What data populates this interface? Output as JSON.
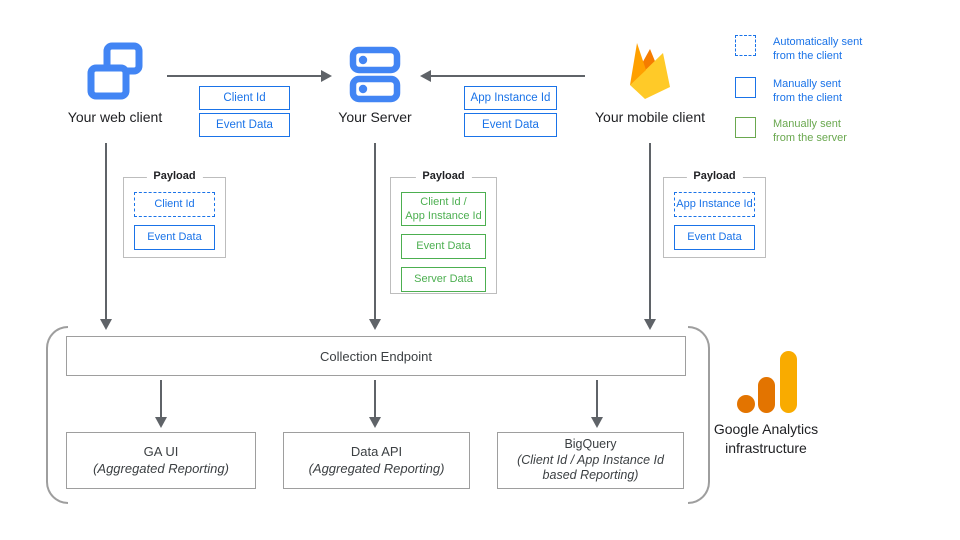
{
  "colors": {
    "blue_accent": "#1a73e8",
    "icon_blue": "#4285F4",
    "green_accent": "#4caf50",
    "legend_green": "#6aa84f",
    "arrow_gray": "#5f6368",
    "firebase_orange": "#FFA000",
    "firebase_dark_orange": "#F57C00",
    "firebase_amber": "#FFCA28",
    "ga_dark_orange": "#E37400",
    "ga_amber": "#F9AB00"
  },
  "clients": [
    {
      "label": "Your web client",
      "icon": "web-windows-icon"
    },
    {
      "label": "Your Server",
      "icon": "server-icon"
    },
    {
      "label": "Your mobile client",
      "icon": "firebase-icon"
    }
  ],
  "flows": [
    {
      "from": "web",
      "to": "server",
      "tags": [
        "Client Id",
        "Event Data"
      ]
    },
    {
      "from": "mobile",
      "to": "server",
      "tags": [
        "App Instance Id",
        "Event Data"
      ]
    }
  ],
  "legend": [
    {
      "style": "dashed-blue",
      "lines": [
        "Automatically sent",
        "from the client"
      ]
    },
    {
      "style": "solid-blue",
      "lines": [
        "Manually sent",
        "from the client"
      ]
    },
    {
      "style": "solid-green",
      "lines": [
        "Manually sent",
        "from the server"
      ]
    }
  ],
  "payloads": [
    {
      "title": "Payload",
      "items": [
        {
          "style": "dashed-blue",
          "lines": [
            "Client Id"
          ]
        },
        {
          "style": "solid-blue",
          "lines": [
            "Event Data"
          ]
        }
      ]
    },
    {
      "title": "Payload",
      "items": [
        {
          "style": "solid-green",
          "lines": [
            "Client Id /",
            "App Instance Id"
          ]
        },
        {
          "style": "solid-green",
          "lines": [
            "Event Data"
          ]
        },
        {
          "style": "solid-green",
          "lines": [
            "Server Data"
          ]
        }
      ]
    },
    {
      "title": "Payload",
      "items": [
        {
          "style": "dashed-blue",
          "lines": [
            "App Instance Id"
          ]
        },
        {
          "style": "solid-blue",
          "lines": [
            "Event Data"
          ]
        }
      ]
    }
  ],
  "infrastructure": {
    "endpoint_label": "Collection Endpoint",
    "outputs": [
      {
        "title": "GA UI",
        "subtitle": "(Aggregated Reporting)"
      },
      {
        "title": "Data API",
        "subtitle": "(Aggregated Reporting)"
      },
      {
        "title": "BigQuery",
        "subtitle": "(Client Id / App Instance Id based Reporting)"
      }
    ],
    "brand": {
      "lines": [
        "Google Analytics",
        "infrastructure"
      ],
      "icon": "google-analytics-icon"
    }
  }
}
